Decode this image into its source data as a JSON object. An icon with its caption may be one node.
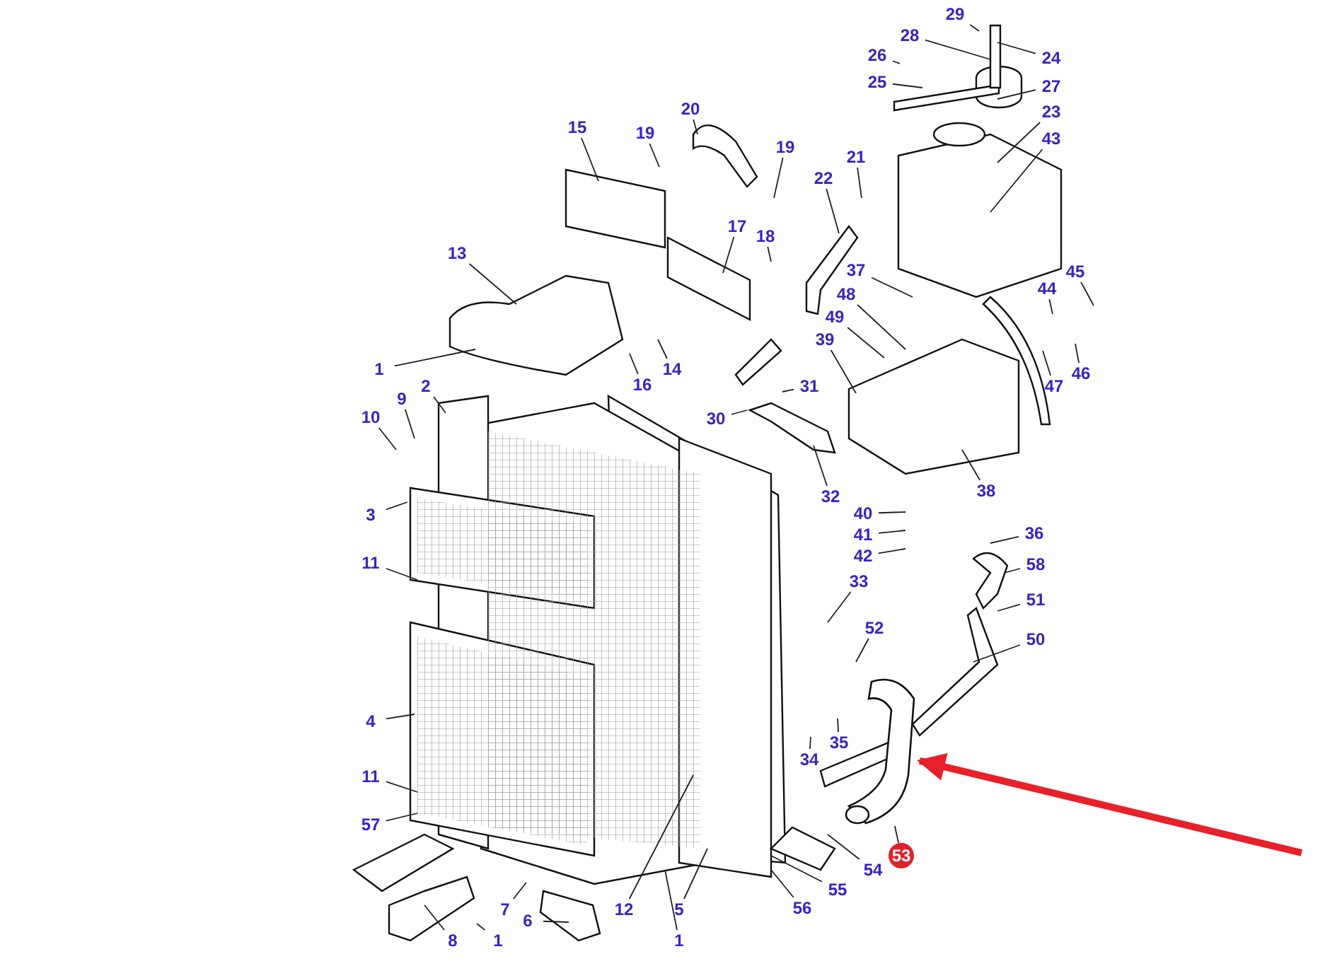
{
  "diagram": {
    "nodes": [
      {
        "text": [
          "29"
        ]
      },
      {
        "text": [
          "28"
        ]
      },
      {
        "text": [
          "26"
        ]
      },
      {
        "text": [
          "24"
        ]
      },
      {
        "text": [
          "25"
        ]
      },
      {
        "text": [
          "27"
        ]
      },
      {
        "text": [
          "20"
        ]
      },
      {
        "text": [
          "23"
        ]
      },
      {
        "text": [
          "15"
        ]
      },
      {
        "text": [
          "19"
        ]
      },
      {
        "text": [
          "43"
        ]
      },
      {
        "text": [
          "19"
        ]
      },
      {
        "text": [
          "21"
        ]
      },
      {
        "text": [
          "22"
        ]
      },
      {
        "text": [
          "17"
        ]
      },
      {
        "text": [
          "18"
        ]
      },
      {
        "text": [
          "13"
        ]
      },
      {
        "text": [
          "37"
        ]
      },
      {
        "text": [
          "45"
        ]
      },
      {
        "text": [
          "44"
        ]
      },
      {
        "text": [
          "48"
        ]
      },
      {
        "text": [
          "49"
        ]
      },
      {
        "text": [
          "39"
        ]
      },
      {
        "text": [
          "14"
        ]
      },
      {
        "text": [
          "1"
        ]
      },
      {
        "text": [
          "46"
        ]
      },
      {
        "text": [
          "16"
        ]
      },
      {
        "text": [
          "47"
        ]
      },
      {
        "text": [
          "2"
        ]
      },
      {
        "text": [
          "31"
        ]
      },
      {
        "text": [
          "9"
        ]
      },
      {
        "text": [
          "10"
        ]
      },
      {
        "text": [
          "30"
        ]
      },
      {
        "text": [
          "38"
        ]
      },
      {
        "text": [
          "32"
        ]
      },
      {
        "text": [
          "40"
        ]
      },
      {
        "text": [
          "3"
        ]
      },
      {
        "text": [
          "36"
        ]
      },
      {
        "text": [
          "41"
        ]
      },
      {
        "text": [
          "42"
        ]
      },
      {
        "text": [
          "11"
        ]
      },
      {
        "text": [
          "58"
        ]
      },
      {
        "text": [
          "33"
        ]
      },
      {
        "text": [
          "51"
        ]
      },
      {
        "text": [
          "52"
        ]
      },
      {
        "text": [
          "50"
        ]
      },
      {
        "text": [
          "4"
        ]
      },
      {
        "text": [
          "35"
        ]
      },
      {
        "text": [
          "34"
        ]
      },
      {
        "text": [
          "11"
        ]
      },
      {
        "text": [
          "57"
        ]
      },
      {
        "text": [
          "53"
        ]
      },
      {
        "text": [
          "54"
        ]
      },
      {
        "text": [
          "55"
        ]
      },
      {
        "text": [
          "5"
        ]
      },
      {
        "text": [
          "7"
        ]
      },
      {
        "text": [
          "12"
        ]
      },
      {
        "text": [
          "56"
        ]
      },
      {
        "text": [
          "6"
        ]
      },
      {
        "text": [
          "8"
        ]
      },
      {
        "text": [
          "1"
        ]
      },
      {
        "text": [
          "1"
        ]
      },
      {
        "text": [],
        "shape": "picture"
      }
    ],
    "edges": [
      {
        "from": 0,
        "to": null,
        "arrow": "none"
      },
      {
        "from": 1,
        "to": null,
        "arrow": "none"
      },
      {
        "from": 2,
        "to": null,
        "arrow": "none"
      },
      {
        "from": 3,
        "to": null,
        "arrow": "none"
      },
      {
        "from": 4,
        "to": null,
        "arrow": "none"
      },
      {
        "from": 5,
        "to": null,
        "arrow": "none"
      },
      {
        "from": 6,
        "to": null,
        "arrow": "none"
      },
      {
        "from": 7,
        "to": null,
        "arrow": "none"
      },
      {
        "from": 8,
        "to": null,
        "arrow": "none"
      },
      {
        "from": 9,
        "to": null,
        "arrow": "none"
      },
      {
        "from": 10,
        "to": null,
        "arrow": "none"
      },
      {
        "from": 11,
        "to": null,
        "arrow": "none"
      },
      {
        "from": 12,
        "to": null,
        "arrow": "none"
      },
      {
        "from": 13,
        "to": null,
        "arrow": "none"
      },
      {
        "from": 14,
        "to": null,
        "arrow": "none"
      },
      {
        "from": 15,
        "to": null,
        "arrow": "none"
      },
      {
        "from": 16,
        "to": null,
        "arrow": "none"
      },
      {
        "from": 17,
        "to": null,
        "arrow": "none"
      },
      {
        "from": 18,
        "to": null,
        "arrow": "none"
      },
      {
        "from": 19,
        "to": null,
        "arrow": "none"
      },
      {
        "from": 20,
        "to": null,
        "arrow": "none"
      },
      {
        "from": 21,
        "to": null,
        "arrow": "none"
      },
      {
        "from": 22,
        "to": null,
        "arrow": "none"
      },
      {
        "from": 23,
        "to": null,
        "arrow": "none"
      },
      {
        "from": 24,
        "to": null,
        "arrow": "none"
      },
      {
        "from": 25,
        "to": null,
        "arrow": "none"
      },
      {
        "from": 26,
        "to": null,
        "arrow": "none"
      },
      {
        "from": 27,
        "to": null,
        "arrow": "none"
      },
      {
        "from": 28,
        "to": null,
        "arrow": "none"
      },
      {
        "from": 29,
        "to": null,
        "arrow": "none"
      },
      {
        "from": 30,
        "to": null,
        "arrow": "none"
      },
      {
        "from": 31,
        "to": null,
        "arrow": "none"
      },
      {
        "from": 32,
        "to": null,
        "arrow": "none"
      },
      {
        "from": 33,
        "to": null,
        "arrow": "none"
      },
      {
        "from": 34,
        "to": null,
        "arrow": "none"
      },
      {
        "from": 35,
        "to": null,
        "arrow": "none"
      },
      {
        "from": 36,
        "to": null,
        "arrow": "none"
      },
      {
        "from": 37,
        "to": null,
        "arrow": "none"
      },
      {
        "from": 38,
        "to": null,
        "arrow": "none"
      },
      {
        "from": 39,
        "to": null,
        "arrow": "none"
      },
      {
        "from": 40,
        "to": null,
        "arrow": "none"
      },
      {
        "from": 41,
        "to": null,
        "arrow": "none"
      },
      {
        "from": 42,
        "to": null,
        "arrow": "none"
      },
      {
        "from": 43,
        "to": null,
        "arrow": "none"
      },
      {
        "from": 44,
        "to": null,
        "arrow": "none"
      },
      {
        "from": 45,
        "to": null,
        "arrow": "none"
      },
      {
        "from": 46,
        "to": null,
        "arrow": "none"
      },
      {
        "from": 47,
        "to": null,
        "arrow": "none"
      },
      {
        "from": 48,
        "to": null,
        "arrow": "none"
      },
      {
        "from": 49,
        "to": null,
        "arrow": "none"
      },
      {
        "from": 50,
        "to": null,
        "arrow": "none"
      },
      {
        "from": 51,
        "to": 62,
        "arrow": "none"
      },
      {
        "from": 52,
        "to": null,
        "arrow": "none"
      },
      {
        "from": 53,
        "to": null,
        "arrow": "none"
      },
      {
        "from": 54,
        "to": null,
        "arrow": "none"
      },
      {
        "from": 55,
        "to": null,
        "arrow": "none"
      },
      {
        "from": 56,
        "to": null,
        "arrow": "none"
      },
      {
        "from": 57,
        "to": null,
        "arrow": "none"
      },
      {
        "from": 58,
        "to": null,
        "arrow": "none"
      },
      {
        "from": 59,
        "to": null,
        "arrow": "none"
      },
      {
        "from": 60,
        "to": null,
        "arrow": "none"
      },
      {
        "from": 61,
        "to": null,
        "arrow": "none"
      },
      {
        "from": null,
        "to": 62,
        "arrow": "to",
        "style": "thick",
        "color": "#e8202a"
      }
    ]
  }
}
